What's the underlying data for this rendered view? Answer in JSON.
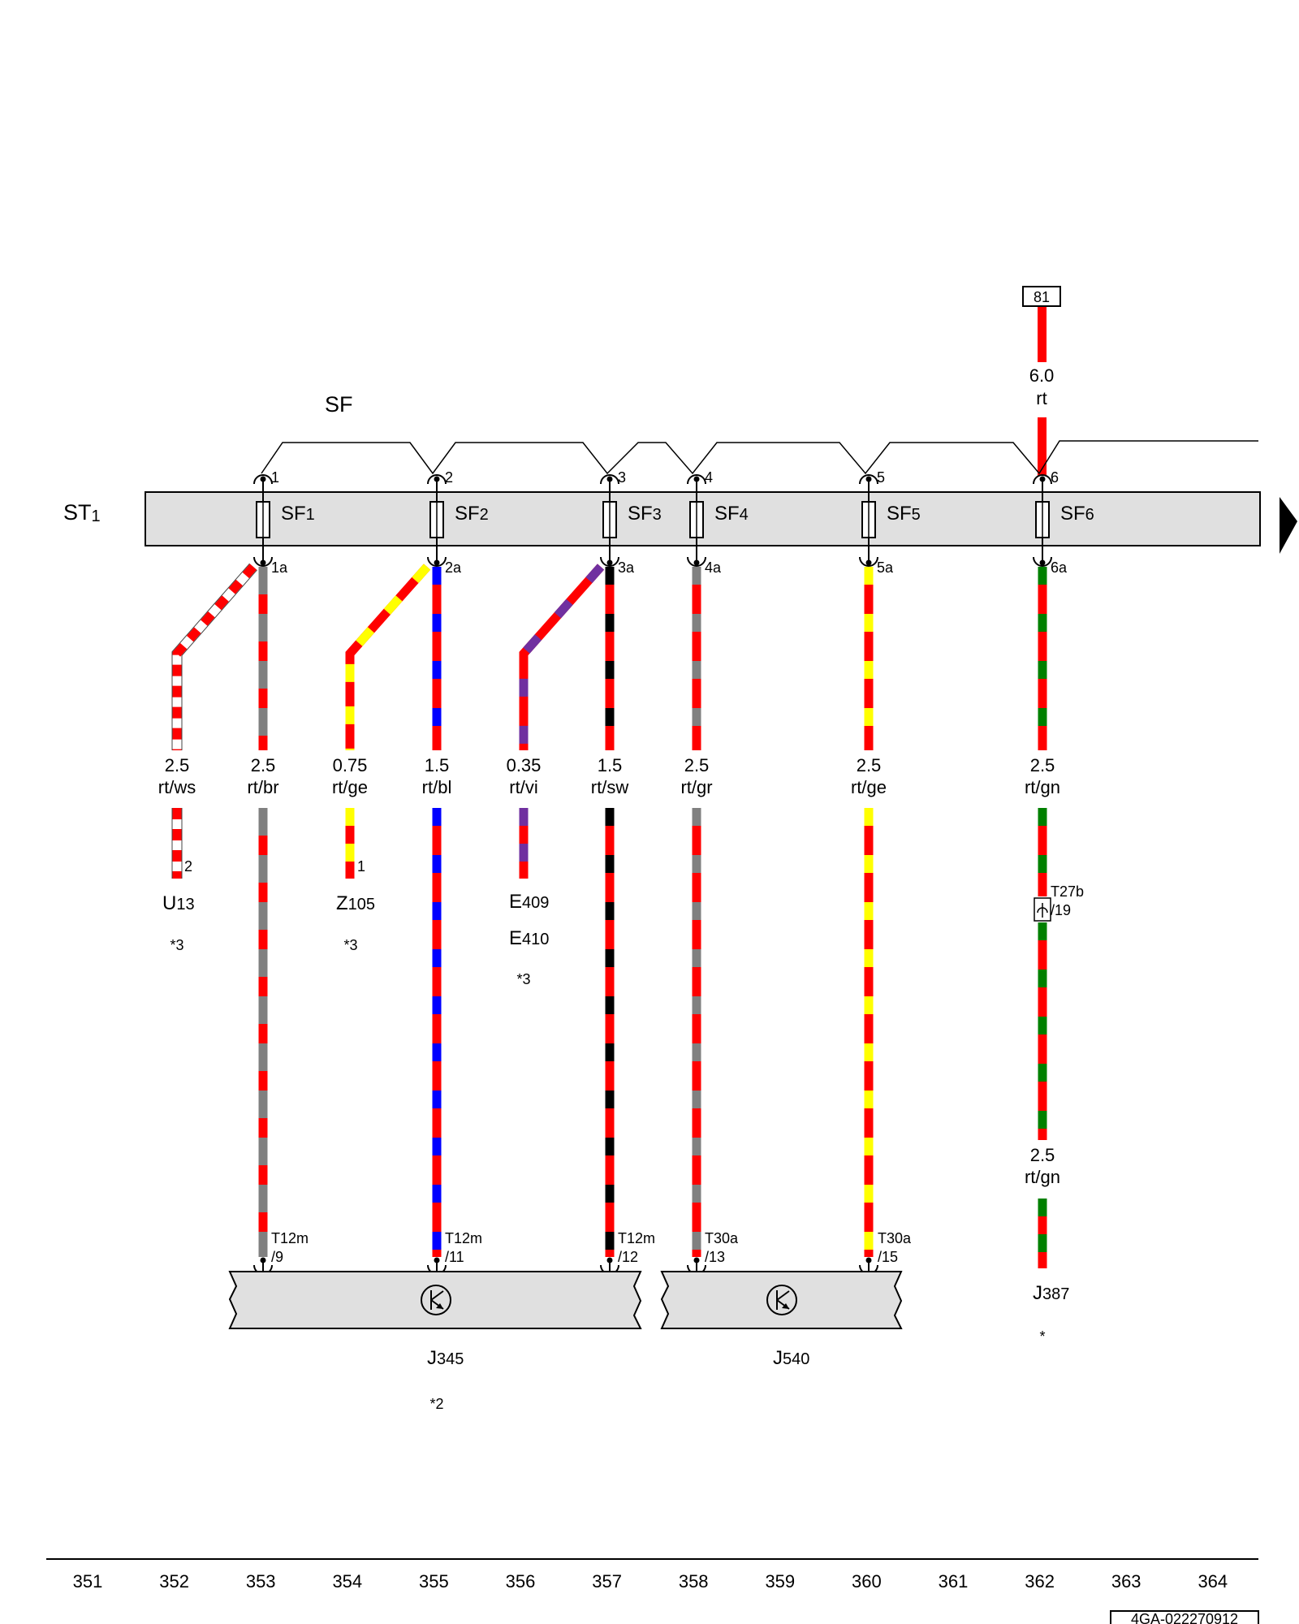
{
  "fuse_panel": {
    "id": "ST",
    "id_sub": "1",
    "group_label": "SF",
    "feed_terminal": "81",
    "feed_gauge": "6.0",
    "feed_color": "rt",
    "colors": {
      "panel_fill": "#e0e0e0",
      "rt": "#ff0000",
      "ws": "#ffffff",
      "br": "#808080",
      "ge": "#ffff00",
      "bl": "#0000ff",
      "vi": "#7030a0",
      "sw": "#000000",
      "gr": "#808080",
      "gn": "#008000"
    }
  },
  "fuses": [
    {
      "name": "SF",
      "sub": "1",
      "in_pin": "1",
      "out_pin": "1a"
    },
    {
      "name": "SF",
      "sub": "2",
      "in_pin": "2",
      "out_pin": "2a"
    },
    {
      "name": "SF",
      "sub": "3",
      "in_pin": "3",
      "out_pin": "3a"
    },
    {
      "name": "SF",
      "sub": "4",
      "in_pin": "4",
      "out_pin": "4a"
    },
    {
      "name": "SF",
      "sub": "5",
      "in_pin": "5",
      "out_pin": "5a"
    },
    {
      "name": "SF",
      "sub": "6",
      "in_pin": "6",
      "out_pin": "6a"
    }
  ],
  "wires": [
    {
      "gauge": "2.5",
      "color": "rt/ws",
      "stripe": "ws"
    },
    {
      "gauge": "2.5",
      "color": "rt/br",
      "stripe": "br"
    },
    {
      "gauge": "0.75",
      "color": "rt/ge",
      "stripe": "ge"
    },
    {
      "gauge": "1.5",
      "color": "rt/bl",
      "stripe": "bl"
    },
    {
      "gauge": "0.35",
      "color": "rt/vi",
      "stripe": "vi"
    },
    {
      "gauge": "1.5",
      "color": "rt/sw",
      "stripe": "sw"
    },
    {
      "gauge": "2.5",
      "color": "rt/gr",
      "stripe": "gr"
    },
    {
      "gauge": "2.5",
      "color": "rt/ge",
      "stripe": "ge"
    },
    {
      "gauge": "2.5",
      "color": "rt/gn",
      "stripe": "gn"
    },
    {
      "gauge": "2.5",
      "color": "rt/gn",
      "stripe": "gn"
    }
  ],
  "components": [
    {
      "id": "U",
      "sub": "13",
      "pin": "2",
      "note": "*3"
    },
    {
      "id": "Z",
      "sub": "105",
      "pin": "1",
      "note": "*3"
    },
    {
      "id": "E",
      "sub": "409",
      "id2": "E",
      "sub2": "410",
      "note": "*3"
    },
    {
      "id": "J",
      "sub": "345",
      "note": "*2"
    },
    {
      "id": "J",
      "sub": "540"
    },
    {
      "id": "J",
      "sub": "387",
      "note": "*"
    }
  ],
  "connectors": [
    {
      "name": "T12m",
      "pin": "/9"
    },
    {
      "name": "T12m",
      "pin": "/11"
    },
    {
      "name": "T12m",
      "pin": "/12"
    },
    {
      "name": "T30a",
      "pin": "/13"
    },
    {
      "name": "T30a",
      "pin": "/15"
    },
    {
      "name": "T27b",
      "pin": "/19"
    }
  ],
  "ruler": [
    "351",
    "352",
    "353",
    "354",
    "355",
    "356",
    "357",
    "358",
    "359",
    "360",
    "361",
    "362",
    "363",
    "364"
  ],
  "doc_code": "4GA-022270912"
}
